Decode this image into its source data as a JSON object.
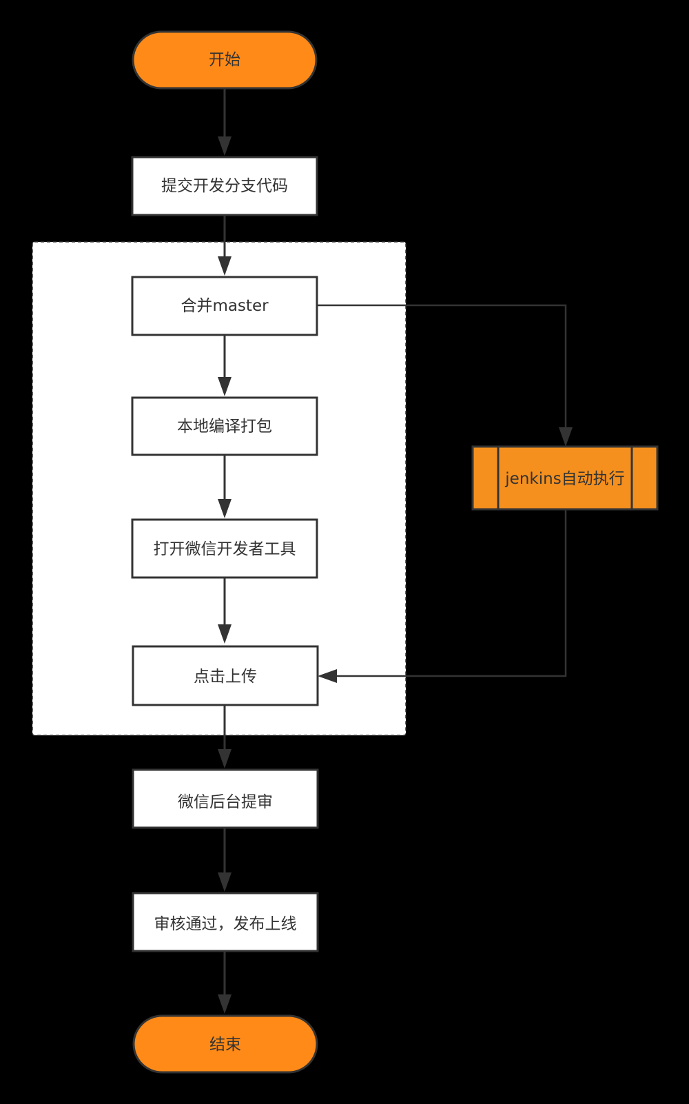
{
  "colors": {
    "background": "#000000",
    "terminal_fill": "#FF8A17",
    "process_fill": "#FFFFFF",
    "subprocess_fill": "#F5901E",
    "stroke": "#333333",
    "container_fill": "#FFFFFF",
    "text": "#333333"
  },
  "nodes": {
    "start": "开始",
    "commit_branch": "提交开发分支代码",
    "merge_master": "合并master",
    "local_build": "本地编译打包",
    "open_devtools": "打开微信开发者工具",
    "click_upload": "点击上传",
    "jenkins": "jenkins自动执行",
    "submit_review": "微信后台提审",
    "review_pass": "审核通过，发布上线",
    "end": "结束"
  }
}
